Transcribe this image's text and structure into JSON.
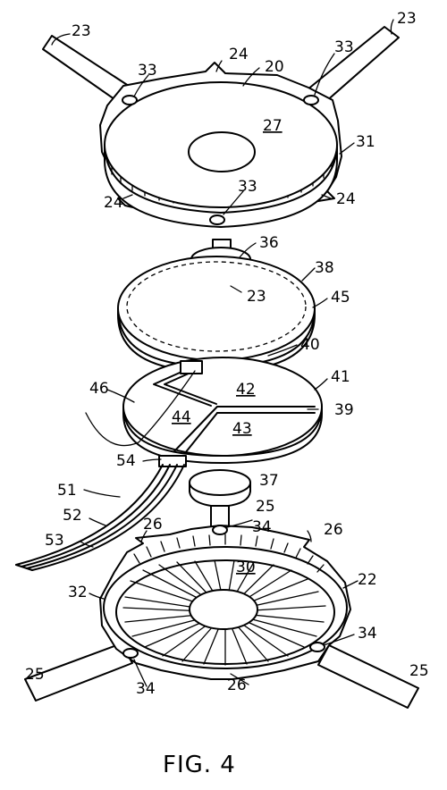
{
  "figure": {
    "caption": "FIG. 4",
    "labels": [
      {
        "id": "l23a",
        "text": "23"
      },
      {
        "id": "l23b",
        "text": "23"
      },
      {
        "id": "l33a",
        "text": "33"
      },
      {
        "id": "l24a",
        "text": "24"
      },
      {
        "id": "l20",
        "text": "20"
      },
      {
        "id": "l33b",
        "text": "33"
      },
      {
        "id": "l27",
        "text": "27"
      },
      {
        "id": "l31",
        "text": "31"
      },
      {
        "id": "l33c",
        "text": "33"
      },
      {
        "id": "l24b",
        "text": "24"
      },
      {
        "id": "l24c",
        "text": "24"
      },
      {
        "id": "l36",
        "text": "36"
      },
      {
        "id": "l38",
        "text": "38"
      },
      {
        "id": "l45",
        "text": "45"
      },
      {
        "id": "l23c",
        "text": "23"
      },
      {
        "id": "l40",
        "text": "40"
      },
      {
        "id": "l41",
        "text": "41"
      },
      {
        "id": "l46",
        "text": "46"
      },
      {
        "id": "l42",
        "text": "42"
      },
      {
        "id": "l39",
        "text": "39"
      },
      {
        "id": "l44",
        "text": "44"
      },
      {
        "id": "l43",
        "text": "43"
      },
      {
        "id": "l54",
        "text": "54"
      },
      {
        "id": "l37",
        "text": "37"
      },
      {
        "id": "l51",
        "text": "51"
      },
      {
        "id": "l25a",
        "text": "25"
      },
      {
        "id": "l52",
        "text": "52"
      },
      {
        "id": "l34a",
        "text": "34"
      },
      {
        "id": "l26a",
        "text": "26"
      },
      {
        "id": "l26b",
        "text": "26"
      },
      {
        "id": "l53",
        "text": "53"
      },
      {
        "id": "l30",
        "text": "30"
      },
      {
        "id": "l22",
        "text": "22"
      },
      {
        "id": "l32",
        "text": "32"
      },
      {
        "id": "l34b",
        "text": "34"
      },
      {
        "id": "l25b",
        "text": "25"
      },
      {
        "id": "l34c",
        "text": "34"
      },
      {
        "id": "l26c",
        "text": "26"
      },
      {
        "id": "l25c",
        "text": "25"
      }
    ]
  }
}
